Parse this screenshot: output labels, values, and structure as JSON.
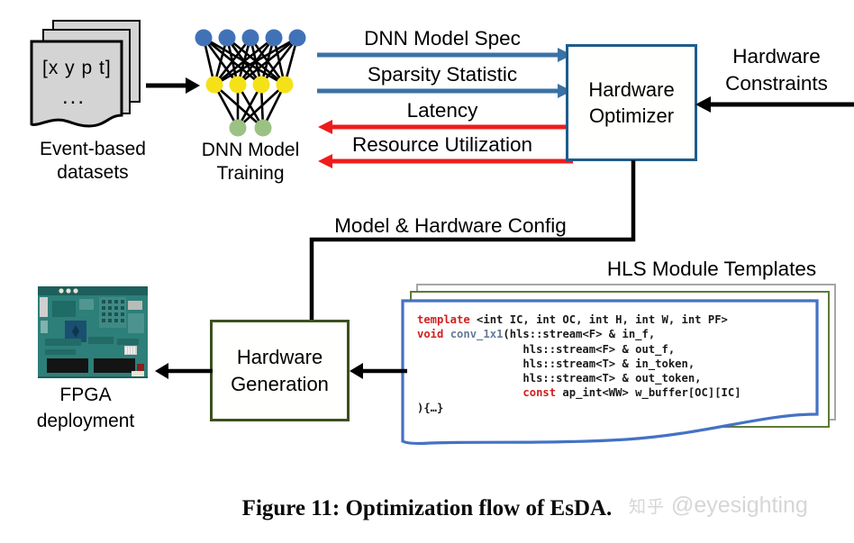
{
  "figure": {
    "caption": "Figure 11: Optimization flow of EsDA.",
    "watermark_zh": "知乎",
    "watermark_handle": "@eyesighting"
  },
  "nodes": {
    "dataset": {
      "doc_sample": "[x y p t]",
      "doc_ellipsis": "...",
      "label_line1": "Event-based",
      "label_line2": "datasets"
    },
    "dnn": {
      "label_line1": "DNN Model",
      "label_line2": "Training",
      "layers": [
        {
          "name": "input-layer",
          "count": 5,
          "color": "#4172b8"
        },
        {
          "name": "hidden-layer",
          "count": 4,
          "color": "#f5e118"
        },
        {
          "name": "output-layer",
          "count": 2,
          "color": "#9cc184"
        }
      ]
    },
    "optimizer": {
      "label_line1": "Hardware",
      "label_line2": "Optimizer",
      "border_color": "#1f5c8b"
    },
    "generation": {
      "label_line1": "Hardware",
      "label_line2": "Generation",
      "border_color": "#3c5120"
    },
    "fpga": {
      "label_line1": "FPGA",
      "label_line2": "deployment"
    },
    "templates": {
      "title": "HLS Module Templates",
      "card_back_color": "#a6a6a6",
      "card_mid_color": "#5f7a37",
      "card_front_color": "#4472c4",
      "code_lines": [
        [
          {
            "t": "template",
            "c": "kw"
          },
          {
            "t": " <int IC, int OC, int H, int W, int PF>",
            "c": ""
          }
        ],
        [
          {
            "t": "void",
            "c": "kw"
          },
          {
            "t": " ",
            "c": ""
          },
          {
            "t": "conv_1x1",
            "c": "fn"
          },
          {
            "t": "(hls::stream<F> & in_f,",
            "c": ""
          }
        ],
        [
          {
            "t": "                hls::stream<F> & out_f,",
            "c": ""
          }
        ],
        [
          {
            "t": "                hls::stream<T> & in_token,",
            "c": ""
          }
        ],
        [
          {
            "t": "                hls::stream<T> & out_token,",
            "c": ""
          }
        ],
        [
          {
            "t": "                ",
            "c": ""
          },
          {
            "t": "const",
            "c": "kw"
          },
          {
            "t": " ap_int<WW> w_buffer[OC][IC]",
            "c": ""
          }
        ],
        [
          {
            "t": "){…}",
            "c": ""
          }
        ]
      ]
    }
  },
  "edges": {
    "dnn_model_spec": {
      "label": "DNN Model Spec",
      "color": "#3a72a5",
      "direction": "right"
    },
    "sparsity_statistic": {
      "label": "Sparsity Statistic",
      "color": "#3a72a5",
      "direction": "right"
    },
    "latency": {
      "label": "Latency",
      "color": "#ee1c1c",
      "direction": "left"
    },
    "resource_utilization": {
      "label": "Resource Utilization",
      "color": "#ee1c1c",
      "direction": "left"
    },
    "hardware_constraints": {
      "label": "Hardware Constraints",
      "line1": "Hardware",
      "line2": "Constraints",
      "color": "#000000",
      "direction": "left"
    },
    "model_hardware_config": {
      "label": "Model & Hardware Config",
      "color": "#000000"
    }
  }
}
